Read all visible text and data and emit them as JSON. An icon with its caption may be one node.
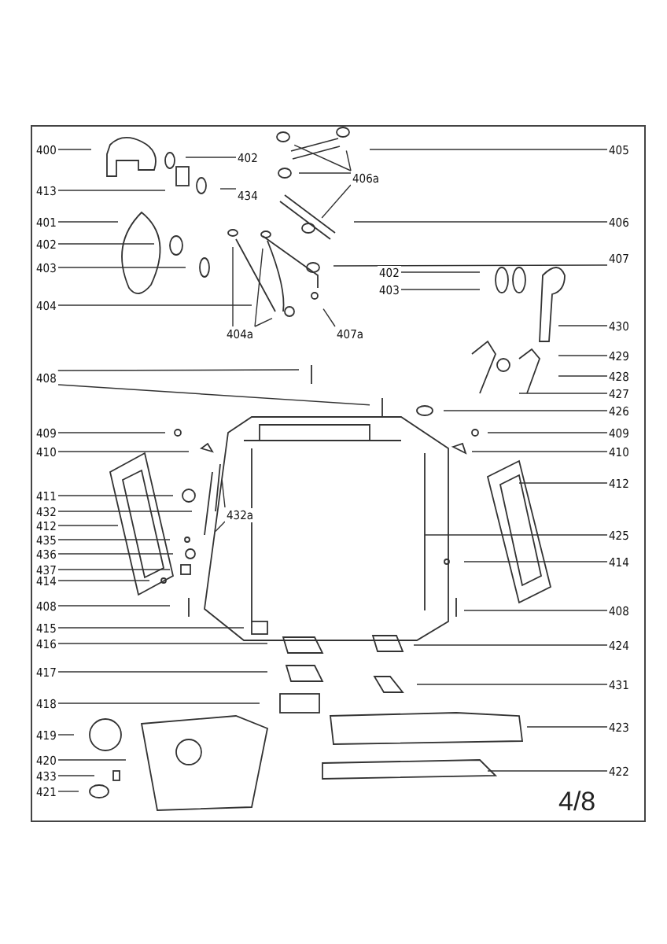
{
  "diagram": {
    "nodes": [
      {
        "text": [
          "400"
        ]
      },
      {
        "text": [
          "405"
        ]
      },
      {
        "text": [
          "402"
        ]
      },
      {
        "text": [
          "406a"
        ]
      },
      {
        "text": [
          "413"
        ]
      },
      {
        "text": [
          "434"
        ]
      },
      {
        "text": [
          "401"
        ]
      },
      {
        "text": [
          "406"
        ]
      },
      {
        "text": [
          "402"
        ]
      },
      {
        "text": [
          "403"
        ]
      },
      {
        "text": [
          "407"
        ]
      },
      {
        "text": [
          "402"
        ]
      },
      {
        "text": [
          "403"
        ]
      },
      {
        "text": [
          "404"
        ]
      },
      {
        "text": [
          "430"
        ]
      },
      {
        "text": [
          "404a"
        ]
      },
      {
        "text": [
          "407a"
        ]
      },
      {
        "text": [
          "429"
        ]
      },
      {
        "text": [
          "408"
        ]
      },
      {
        "text": [
          "428"
        ]
      },
      {
        "text": [
          "427"
        ]
      },
      {
        "text": [
          "426"
        ]
      },
      {
        "text": [
          "409"
        ]
      },
      {
        "text": [
          "409"
        ]
      },
      {
        "text": [
          "410"
        ]
      },
      {
        "text": [
          "410"
        ]
      },
      {
        "text": [
          "412"
        ]
      },
      {
        "text": [
          "411"
        ]
      },
      {
        "text": [
          "432"
        ]
      },
      {
        "text": [
          "432a"
        ]
      },
      {
        "text": [
          "412"
        ]
      },
      {
        "text": [
          "425"
        ]
      },
      {
        "text": [
          "435"
        ]
      },
      {
        "text": [
          "436"
        ]
      },
      {
        "text": [
          "414"
        ]
      },
      {
        "text": [
          "437"
        ]
      },
      {
        "text": [
          "414"
        ]
      },
      {
        "text": [
          "408"
        ]
      },
      {
        "text": [
          "408"
        ]
      },
      {
        "text": [
          "415"
        ]
      },
      {
        "text": [
          "416"
        ]
      },
      {
        "text": [
          "424"
        ]
      },
      {
        "text": [
          "417"
        ]
      },
      {
        "text": [
          "431"
        ]
      },
      {
        "text": [
          "418"
        ]
      },
      {
        "text": [
          "423"
        ]
      },
      {
        "text": [
          "419"
        ]
      },
      {
        "text": [
          "420"
        ]
      },
      {
        "text": [
          "422"
        ]
      },
      {
        "text": [
          "433"
        ]
      },
      {
        "text": [
          "421"
        ]
      }
    ],
    "edges": [
      {
        "from": 0,
        "to": null,
        "arrow": "none"
      },
      {
        "from": 1,
        "to": null,
        "arrow": "none"
      },
      {
        "from": 2,
        "to": null,
        "arrow": "none"
      },
      {
        "from": 3,
        "to": null,
        "arrow": "none"
      },
      {
        "from": 3,
        "to": null,
        "arrow": "none"
      },
      {
        "from": 3,
        "to": null,
        "arrow": "none"
      },
      {
        "from": 3,
        "to": null,
        "arrow": "none"
      },
      {
        "from": 4,
        "to": null,
        "arrow": "none"
      },
      {
        "from": 5,
        "to": null,
        "arrow": "none"
      },
      {
        "from": 6,
        "to": null,
        "arrow": "none"
      },
      {
        "from": 7,
        "to": null,
        "arrow": "none"
      },
      {
        "from": 8,
        "to": null,
        "arrow": "none"
      },
      {
        "from": 9,
        "to": null,
        "arrow": "none"
      },
      {
        "from": 10,
        "to": null,
        "arrow": "none"
      },
      {
        "from": 11,
        "to": null,
        "arrow": "none"
      },
      {
        "from": 12,
        "to": null,
        "arrow": "none"
      },
      {
        "from": 13,
        "to": null,
        "arrow": "none"
      },
      {
        "from": 14,
        "to": null,
        "arrow": "none"
      },
      {
        "from": 15,
        "to": null,
        "arrow": "none"
      },
      {
        "from": 15,
        "to": null,
        "arrow": "none"
      },
      {
        "from": 15,
        "to": null,
        "arrow": "none"
      },
      {
        "from": 16,
        "to": null,
        "arrow": "none"
      },
      {
        "from": 17,
        "to": null,
        "arrow": "none"
      },
      {
        "from": 18,
        "to": null,
        "arrow": "none"
      },
      {
        "from": 18,
        "to": null,
        "arrow": "none"
      },
      {
        "from": 19,
        "to": null,
        "arrow": "none"
      },
      {
        "from": 20,
        "to": null,
        "arrow": "none"
      },
      {
        "from": 21,
        "to": null,
        "arrow": "none"
      },
      {
        "from": 22,
        "to": null,
        "arrow": "none"
      },
      {
        "from": 23,
        "to": null,
        "arrow": "none"
      },
      {
        "from": 24,
        "to": null,
        "arrow": "none"
      },
      {
        "from": 25,
        "to": null,
        "arrow": "none"
      },
      {
        "from": 26,
        "to": null,
        "arrow": "none"
      },
      {
        "from": 27,
        "to": null,
        "arrow": "none"
      },
      {
        "from": 28,
        "to": null,
        "arrow": "none"
      },
      {
        "from": 29,
        "to": null,
        "arrow": "none"
      },
      {
        "from": 29,
        "to": null,
        "arrow": "none"
      },
      {
        "from": 30,
        "to": null,
        "arrow": "none"
      },
      {
        "from": 31,
        "to": null,
        "arrow": "none"
      },
      {
        "from": 32,
        "to": null,
        "arrow": "none"
      },
      {
        "from": 33,
        "to": null,
        "arrow": "none"
      },
      {
        "from": 34,
        "to": null,
        "arrow": "none"
      },
      {
        "from": 35,
        "to": null,
        "arrow": "none"
      },
      {
        "from": 36,
        "to": null,
        "arrow": "none"
      },
      {
        "from": 37,
        "to": null,
        "arrow": "none"
      },
      {
        "from": 38,
        "to": null,
        "arrow": "none"
      },
      {
        "from": 39,
        "to": null,
        "arrow": "none"
      },
      {
        "from": 40,
        "to": null,
        "arrow": "none"
      },
      {
        "from": 41,
        "to": null,
        "arrow": "none"
      },
      {
        "from": 42,
        "to": null,
        "arrow": "none"
      },
      {
        "from": 43,
        "to": null,
        "arrow": "none"
      },
      {
        "from": 44,
        "to": null,
        "arrow": "none"
      },
      {
        "from": 45,
        "to": null,
        "arrow": "none"
      },
      {
        "from": 46,
        "to": null,
        "arrow": "none"
      },
      {
        "from": 47,
        "to": null,
        "arrow": "none"
      },
      {
        "from": 48,
        "to": null,
        "arrow": "none"
      },
      {
        "from": 49,
        "to": null,
        "arrow": "none"
      },
      {
        "from": 50,
        "to": null,
        "arrow": "none"
      }
    ],
    "labels": [
      "4/8"
    ]
  }
}
